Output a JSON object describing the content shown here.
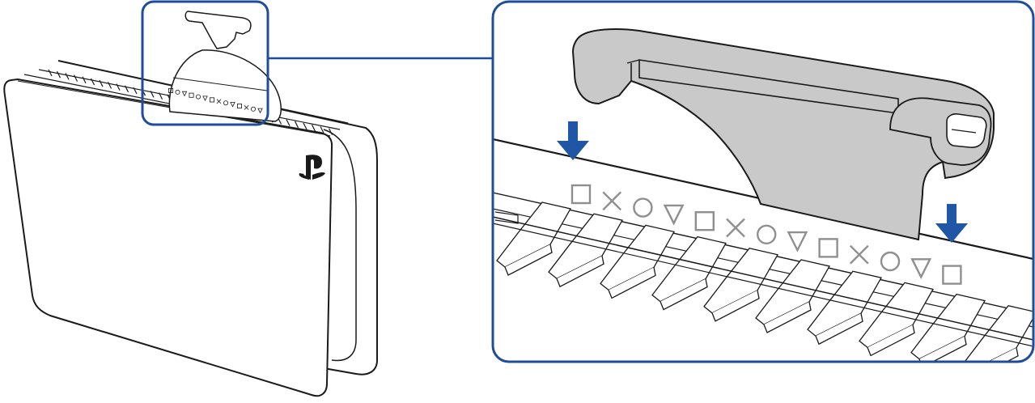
{
  "diagram": {
    "colors": {
      "outline": "#1a1a1a",
      "callout_frame": "#1f4d9c",
      "arrow": "#1f56a5",
      "stand_fill": "#c9c9c9",
      "shape_marks": "#8f8f8f",
      "panel_fill": "#ffffff"
    },
    "marks_zoom": [
      "square",
      "cross",
      "circle",
      "triangle",
      "square",
      "cross",
      "circle",
      "triangle",
      "square",
      "cross",
      "circle",
      "triangle",
      "square"
    ],
    "marks_overview": [
      "square",
      "circle",
      "triangle",
      "square",
      "circle",
      "triangle",
      "square",
      "cross",
      "circle",
      "triangle",
      "square",
      "cross",
      "circle",
      "triangle"
    ],
    "icons": [
      "playstation-logo-icon",
      "down-arrow-icon"
    ]
  }
}
